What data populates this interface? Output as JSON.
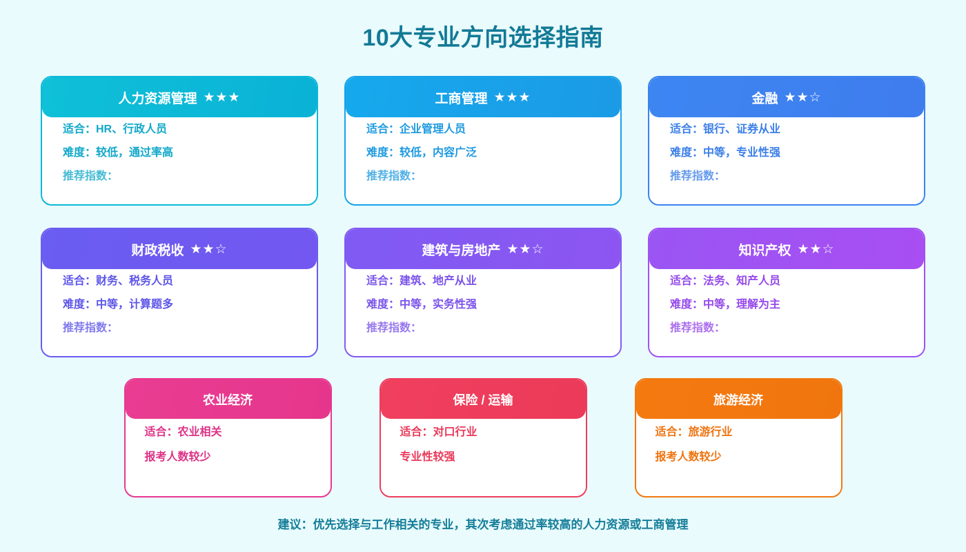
{
  "title": "10大专业方向选择指南",
  "theme": {
    "background": "#e9fbfd",
    "title_color": "#127a96",
    "footer_color": "#157e99"
  },
  "rows": [
    {
      "id": "row-1",
      "size": "big",
      "cards": [
        {
          "name": "人力资源管理",
          "stars": "★★★",
          "accent": "#0bb8d9",
          "header_from": "#0fc0d8",
          "header_to": "#0ab2d6",
          "text_color": "#11a8c9",
          "lines": [
            "适合：HR、行政人员",
            "难度：较低，通过率高",
            "推荐指数："
          ]
        },
        {
          "name": "工商管理",
          "stars": "★★★",
          "accent": "#17a2e8",
          "header_from": "#16a9ec",
          "header_to": "#1b9ae6",
          "text_color": "#1f9ae0",
          "lines": [
            "适合：企业管理人员",
            "难度：较低，内容广泛",
            "推荐指数："
          ]
        },
        {
          "name": "金融",
          "stars": "★★☆",
          "accent": "#3b82f0",
          "header_from": "#3d86f2",
          "header_to": "#3f7ced",
          "text_color": "#3b7fe8",
          "lines": [
            "适合：银行、证券从业",
            "难度：中等，专业性强",
            "推荐指数："
          ]
        }
      ]
    },
    {
      "id": "row-2",
      "size": "big",
      "cards": [
        {
          "name": "财政税收",
          "stars": "★★☆",
          "accent": "#6a5cf0",
          "header_from": "#6a5df1",
          "header_to": "#7257f0",
          "text_color": "#5d55e8",
          "lines": [
            "适合：财务、税务人员",
            "难度：中等，计算题多",
            "推荐指数："
          ]
        },
        {
          "name": "建筑与房地产",
          "stars": "★★☆",
          "accent": "#8559f2",
          "header_from": "#7f5bf3",
          "header_to": "#8d55f2",
          "text_color": "#7a53ea",
          "lines": [
            "适合：建筑、地产从业",
            "难度：中等，实务性强",
            "推荐指数："
          ]
        },
        {
          "name": "知识产权",
          "stars": "★★☆",
          "accent": "#a051f3",
          "header_from": "#9a55f3",
          "header_to": "#a84ef2",
          "text_color": "#9549ea",
          "lines": [
            "适合：法务、知产人员",
            "难度：中等，理解为主",
            "推荐指数："
          ]
        }
      ]
    },
    {
      "id": "row-3",
      "size": "small",
      "cards": [
        {
          "name": "农业经济",
          "stars": "",
          "accent": "#e8368f",
          "header_from": "#e93d92",
          "header_to": "#e5368c",
          "text_color": "#dd3287",
          "lines": [
            "适合：农业相关",
            "报考人数较少"
          ]
        },
        {
          "name": "保险 / 运输",
          "stars": "",
          "accent": "#ef3c5c",
          "header_from": "#f0405f",
          "header_to": "#ec3a59",
          "text_color": "#e93a5a",
          "lines": [
            "适合：对口行业",
            "专业性较强"
          ]
        },
        {
          "name": "旅游经济",
          "stars": "",
          "accent": "#f2780f",
          "header_from": "#f47a10",
          "header_to": "#f0750e",
          "text_color": "#ee7410",
          "lines": [
            "适合：旅游行业",
            "报考人数较少"
          ]
        }
      ]
    }
  ],
  "footer_note": "建议：优先选择与工作相关的专业，其次考虑通过率较高的人力资源或工商管理"
}
